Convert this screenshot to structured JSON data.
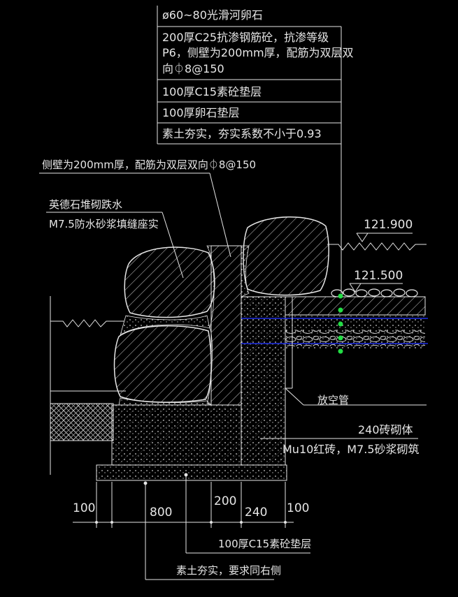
{
  "colors": {
    "background": "#000000",
    "line": "#e6e6e6",
    "pipe": "#1e2ee6",
    "marker": "#22dd44"
  },
  "callout_top": {
    "layers": [
      "ø60~80光滑河卵石",
      "200厚C25抗渗钢筋砼，抗渗等级",
      "P6，侧壁为200mm厚，配筋为双层双",
      "向⏀8@150",
      "100厚C15素砼垫层",
      "100厚卵石垫层",
      "素土夯实，夯实系数不小于0.93"
    ]
  },
  "side_wall_note": "侧壁为200mm厚，配筋为双层双向⏀8@150",
  "waterfall": {
    "line1": "英德石堆砌跌水",
    "line2": "M7.5防水砂浆填缝座实"
  },
  "elevations": {
    "upper": "121.900",
    "lower": "121.500"
  },
  "pipe_label": "放空管",
  "brick": {
    "line1": "240砖砌体",
    "line2": "Mu10红砖，M7.5砂浆砌筑"
  },
  "dimensions": {
    "row1": [
      "100",
      "800",
      "200",
      "240",
      "100"
    ]
  },
  "bottom_notes": {
    "cushion": "100厚C15素砼垫层",
    "soil": "素土夯实，要求同右侧"
  }
}
